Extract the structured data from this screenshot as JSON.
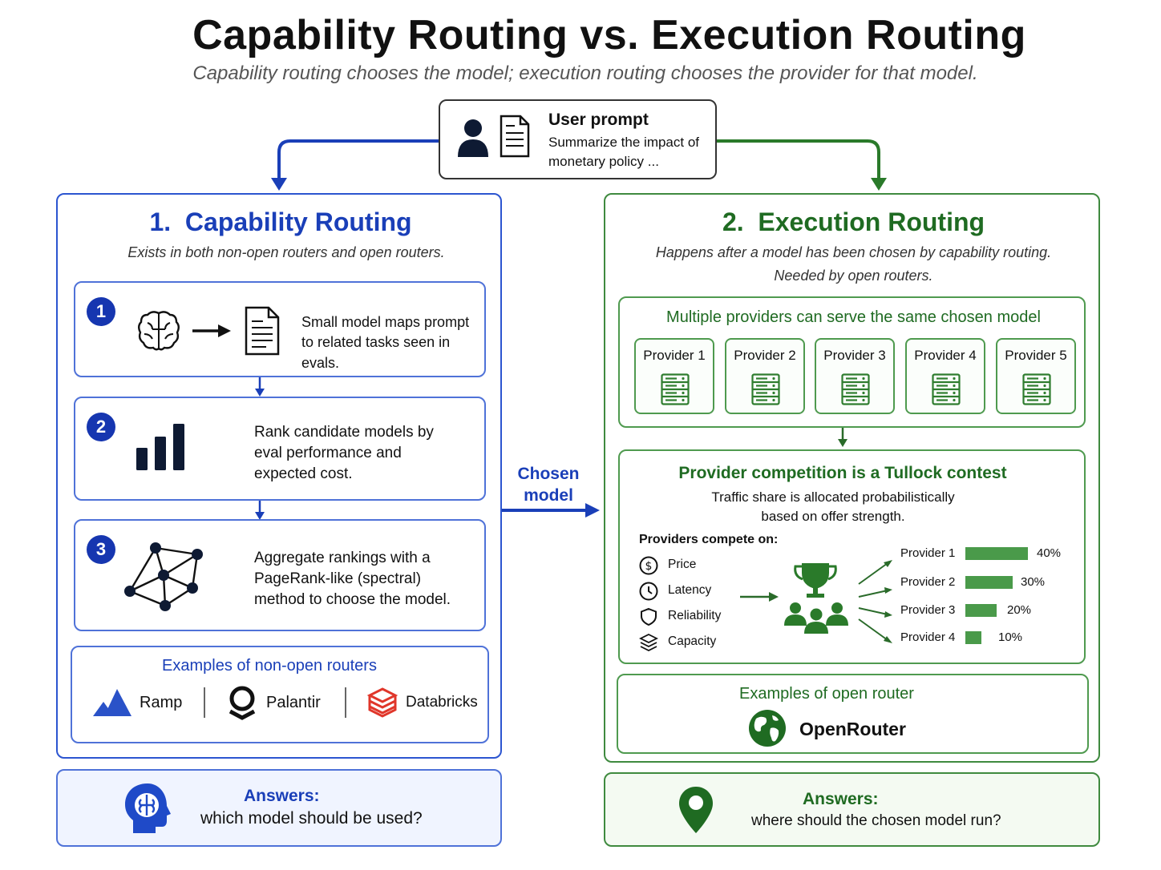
{
  "title": "Capability Routing vs. Execution Routing",
  "subtitle": "Capability routing chooses the model; execution routing chooses the provider for that model.",
  "prompt": {
    "heading": "User prompt",
    "text_line1": "Summarize the impact of",
    "text_line2": "monetary policy ..."
  },
  "capability": {
    "title": "1.  Capability Routing",
    "subtitle": "Exists in both non-open routers and open routers.",
    "steps": [
      {
        "num": "1",
        "line1": "Small model maps prompt",
        "line2": "to related tasks seen in evals."
      },
      {
        "num": "2",
        "line1": "Rank candidate models by",
        "line2": "eval performance and",
        "line3": "expected cost."
      },
      {
        "num": "3",
        "line1": "Aggregate rankings with a",
        "line2": "PageRank-like (spectral)",
        "line3": "method to choose the model."
      }
    ],
    "examples_title": "Examples of non-open routers",
    "examples": [
      "Ramp",
      "Palantir",
      "Databricks"
    ],
    "answer_label": "Answers:",
    "answer_text": "which model should be used?"
  },
  "chosen_model": {
    "line1": "Chosen",
    "line2": "model"
  },
  "execution": {
    "title": "2.  Execution Routing",
    "subtitle_line1": "Happens after a model has been chosen by capability routing.",
    "subtitle_line2": "Needed by open routers.",
    "providers_title": "Multiple providers can serve the same chosen model",
    "providers": [
      "Provider 1",
      "Provider 2",
      "Provider 3",
      "Provider 4",
      "Provider 5"
    ],
    "contest_title": "Provider competition is a Tullock contest",
    "contest_sub_line1": "Traffic share is allocated probabilistically",
    "contest_sub_line2": "based on offer strength.",
    "compete_label": "Providers compete on:",
    "compete_items": [
      {
        "label": "Price",
        "icon": "dollar-icon"
      },
      {
        "label": "Latency",
        "icon": "clock-icon"
      },
      {
        "label": "Reliability",
        "icon": "shield-icon"
      },
      {
        "label": "Capacity",
        "icon": "layers-icon"
      }
    ],
    "examples_title": "Examples of open router",
    "open_router": "OpenRouter",
    "answer_label": "Answers:",
    "answer_text": "where should the chosen model run?"
  },
  "chart_data": {
    "type": "bar",
    "categories": [
      "Provider 1",
      "Provider 2",
      "Provider 3",
      "Provider 4"
    ],
    "values": [
      40,
      30,
      20,
      10
    ],
    "value_labels": [
      "40%",
      "30%",
      "20%",
      "10%"
    ],
    "color": "#4a9a4a"
  },
  "colors": {
    "blue": "#1a3fb8",
    "green": "#1f6b22"
  }
}
